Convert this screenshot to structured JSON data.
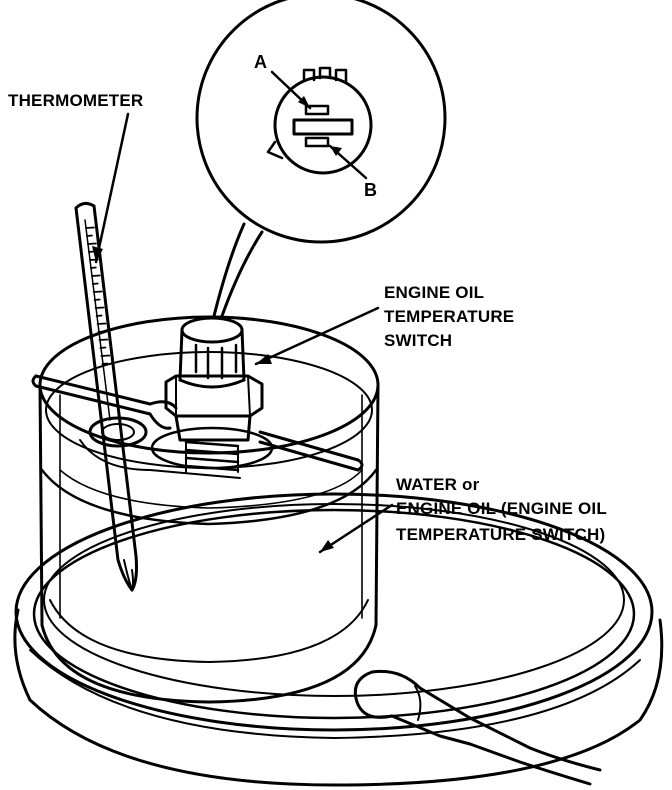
{
  "labels": {
    "thermometer": "THERMOMETER",
    "switch_line1": "ENGINE OIL",
    "switch_line2": "TEMPERATURE",
    "switch_line3": "SWITCH",
    "fluid_line1": "WATER or",
    "fluid_line2": "ENGINE OIL (ENGINE OIL",
    "fluid_line3": "TEMPERATURE SWITCH)",
    "terminal_a": "A",
    "terminal_b": "B"
  },
  "colors": {
    "ink": "#000000",
    "paper": "#ffffff"
  }
}
